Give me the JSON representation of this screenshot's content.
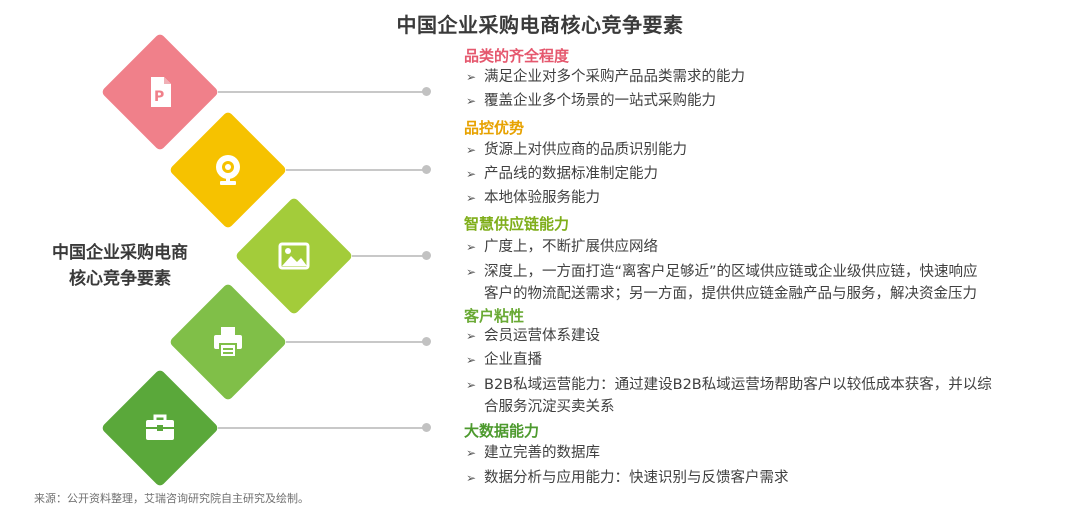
{
  "title": "中国企业采购电商核心竞争要素",
  "center_label": {
    "line1": "中国企业采购电商",
    "line2": "核心竞争要素"
  },
  "sections": [
    {
      "title": "品类的齐全程度",
      "color": "#e5586e",
      "diamond_color": "#f0808a",
      "icon": "document-p-icon",
      "bullets": [
        {
          "text": "满足企业对多个采购产品品类需求的能力",
          "cont": ""
        },
        {
          "text": "覆盖企业多个场景的一站式采购能力",
          "cont": ""
        }
      ]
    },
    {
      "title": "品控优势",
      "color": "#e7a200",
      "diamond_color": "#f6c200",
      "icon": "webcam-icon",
      "bullets": [
        {
          "text": "货源上对供应商的品质识别能力",
          "cont": ""
        },
        {
          "text": "产品线的数据标准制定能力",
          "cont": ""
        },
        {
          "text": "本地体验服务能力",
          "cont": ""
        }
      ]
    },
    {
      "title": "智慧供应链能力",
      "color": "#7fae1a",
      "diamond_color": "#a3cc3a",
      "icon": "image-icon",
      "bullets": [
        {
          "text": "广度上，不断扩展供应网络",
          "cont": ""
        },
        {
          "text": "深度上，一方面打造“离客户足够近”的区域供应链或企业级供应链，快速响应",
          "cont": "客户的物流配送需求；另一方面，提供供应链金融产品与服务，解决资金压力"
        }
      ]
    },
    {
      "title": "客户粘性",
      "color": "#6aaa35",
      "diamond_color": "#80bf48",
      "icon": "printer-icon",
      "bullets": [
        {
          "text": "会员运营体系建设",
          "cont": ""
        },
        {
          "text": "企业直播",
          "cont": ""
        },
        {
          "text": "B2B私域运营能力：通过建设B2B私域运营场帮助客户以较低成本获客，并以综",
          "cont": "合服务沉淀买卖关系"
        }
      ]
    },
    {
      "title": "大数据能力",
      "color": "#4d9a2e",
      "diamond_color": "#5aa83a",
      "icon": "briefcase-icon",
      "bullets": [
        {
          "text": "建立完善的数据库",
          "cont": ""
        },
        {
          "text": "数据分析与应用能力：快速识别与反馈客户需求",
          "cont": ""
        }
      ]
    }
  ],
  "bullet_marker": "➢",
  "source": "来源：公开资料整理，艾瑞咨询研究院自主研究及绘制。"
}
